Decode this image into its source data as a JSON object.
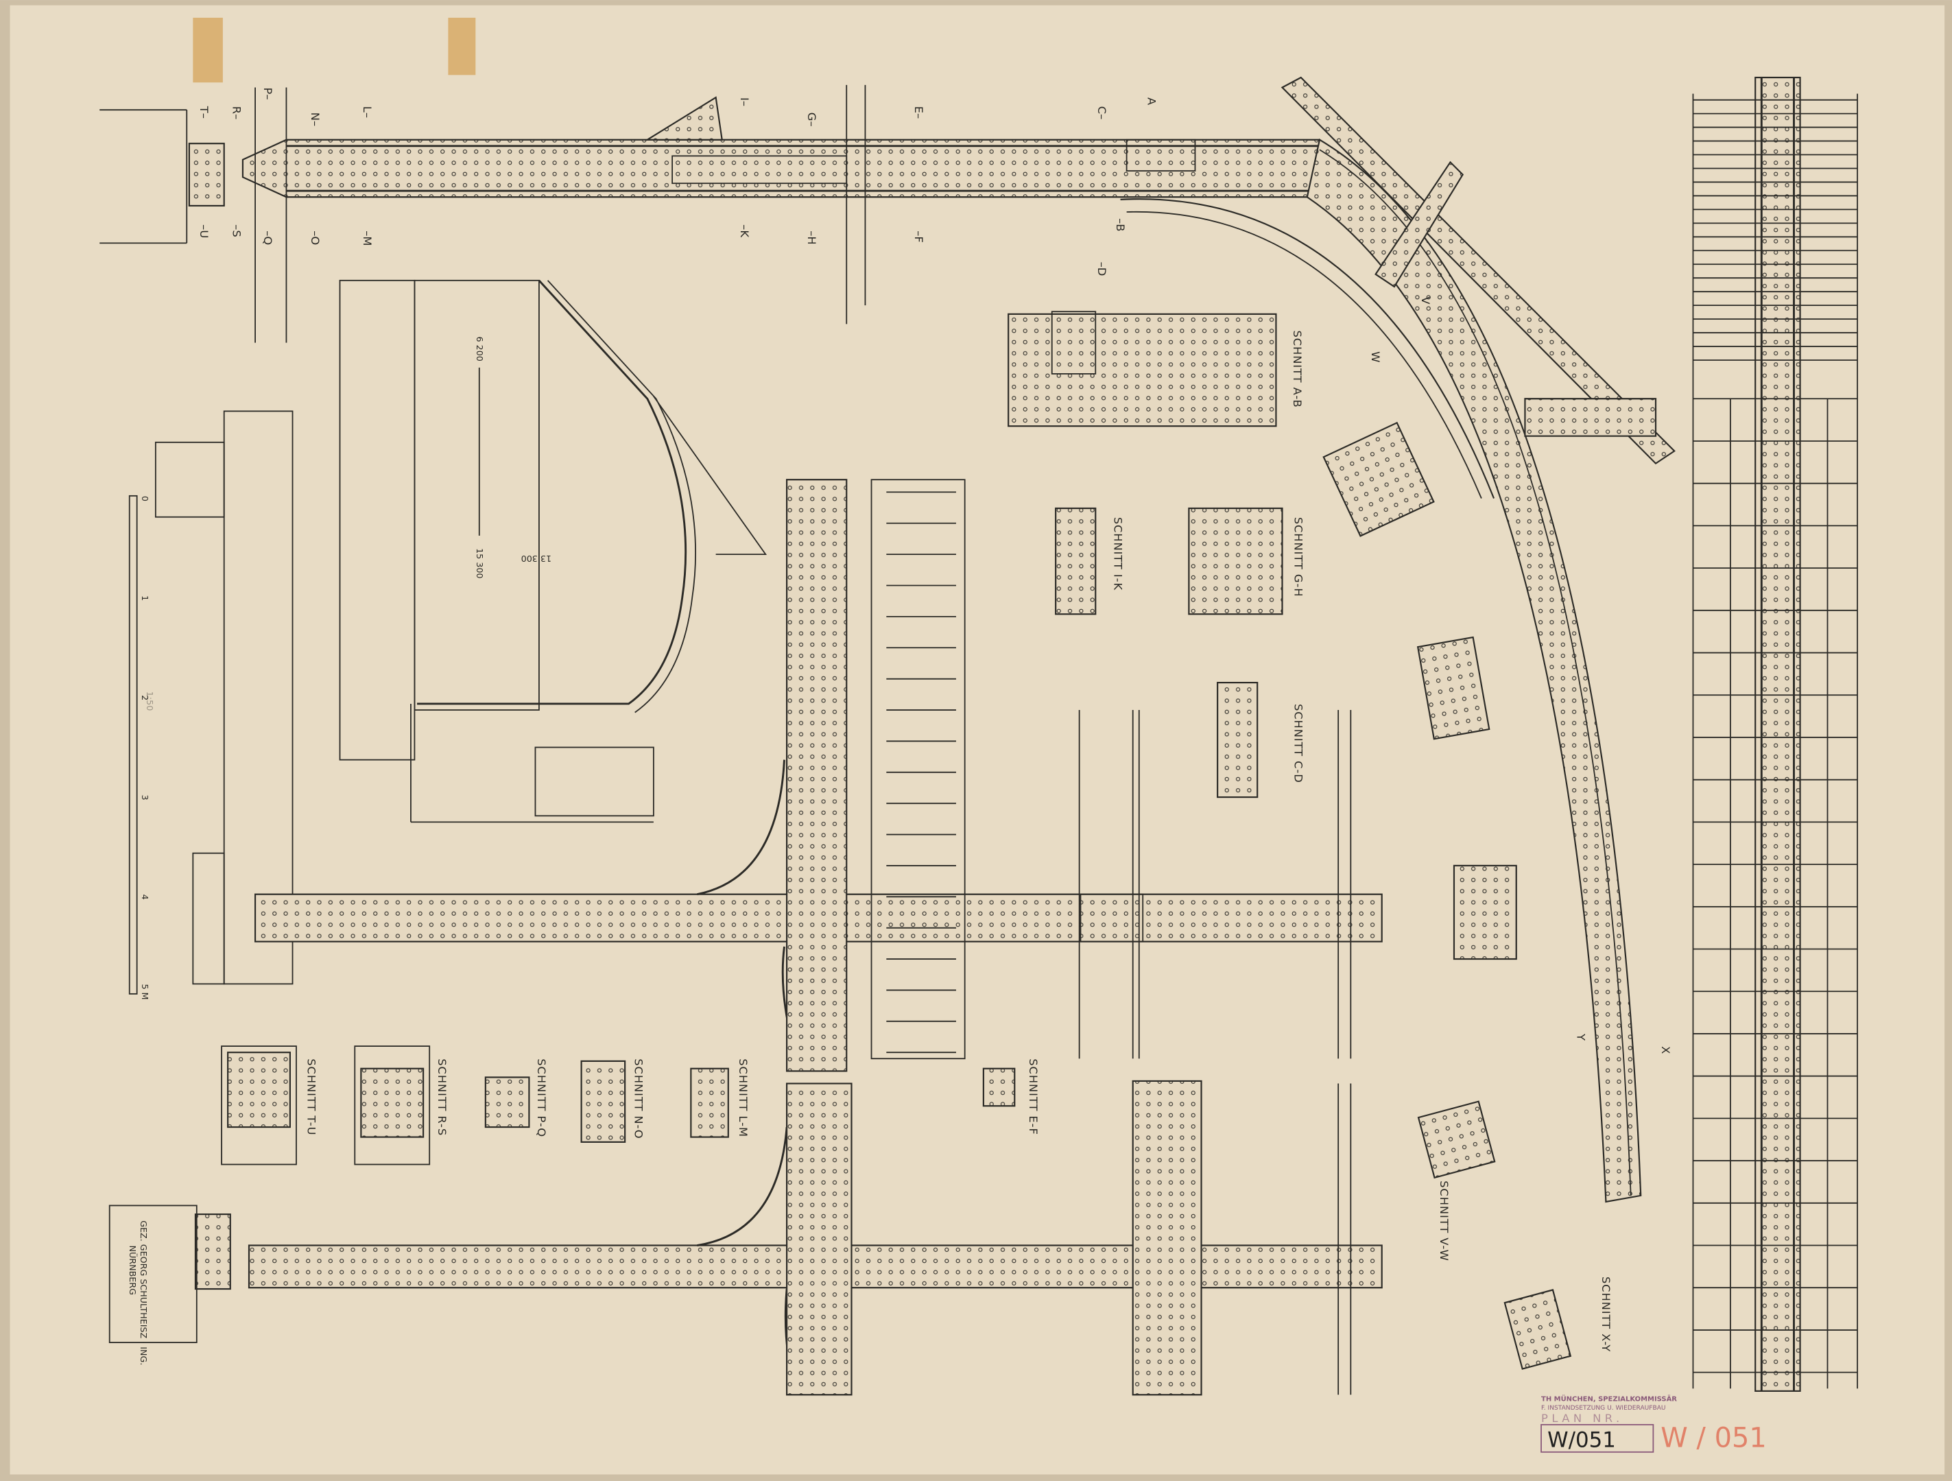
{
  "title": "Riveted steel structure drawing, plan W/051",
  "paper_color": "#e8dcc5",
  "ink_color": "#2c2b27",
  "stamp_color": "#8a5a7a",
  "red_mark_color": "#e0735a",
  "sections": {
    "ab": "SCHNITT A-B",
    "gh": "SCHNITT G-H",
    "ik": "SCHNITT I-K",
    "cd": "SCHNITT C-D",
    "ef": "SCHNITT E-F",
    "lm": "SCHNITT L-M",
    "no": "SCHNITT N-O",
    "pq": "SCHNITT P-Q",
    "rs": "SCHNITT R-S",
    "tu": "SCHNITT T-U",
    "vw": "SCHNITT V-W",
    "xy": "SCHNITT X-Y"
  },
  "cut_letters": {
    "t": "T–",
    "r": "R–",
    "p": "P–",
    "n": "N–",
    "l": "L–",
    "i": "I–",
    "g": "G–",
    "e": "E–",
    "c": "C–",
    "a": "A",
    "u": "–U",
    "s": "–S",
    "q": "–Q",
    "o": "–O",
    "m": "–M",
    "k": "–K",
    "h": "–H",
    "f": "–F",
    "b": "–B",
    "d": "–D",
    "v": "V",
    "w": "W",
    "x": "X",
    "y": "Y"
  },
  "dimensions": {
    "d1": "6 200",
    "d2": "15 300",
    "d3": "13 300"
  },
  "scale_bar": {
    "ticks": [
      "0",
      "1",
      "2",
      "3",
      "4",
      "5 M"
    ],
    "ratio": "1:50"
  },
  "signature": {
    "line1": "GEZ. GEORG SCHULTHEISZ · ING.",
    "line2": "NÜRNBERG"
  },
  "stamp": {
    "line1": "TH MÜNCHEN, SPEZIALKOMMISSÄR",
    "line2": "F. INSTANDSETZUNG U. WIEDERAUFBAU",
    "line3": "PLAN NR.",
    "plan_number": "W/051",
    "red_number": "W / 051"
  }
}
